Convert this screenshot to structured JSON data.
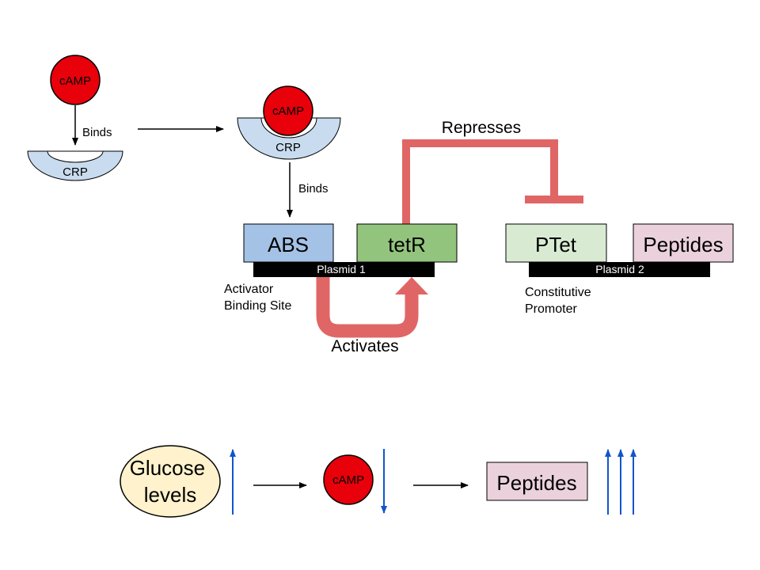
{
  "colors": {
    "camp_fill": "#e8000b",
    "crp_fill": "#c9dcef",
    "abs_fill": "#a4c2e6",
    "tetr_fill": "#93c47d",
    "ptet_fill": "#d9ead3",
    "peptides_fill": "#ead1dc",
    "plasmid_bar": "#000000",
    "regulation_arrow": "#e06666",
    "trend_arrow": "#1155cc",
    "glucose_fill": "#fff2cc"
  },
  "top": {
    "camp_free_label": "cAMP",
    "crp_free_label": "CRP",
    "binds_label_1": "Binds",
    "camp_bound_label": "cAMP",
    "crp_bound_label": "CRP",
    "binds_label_2": "Binds"
  },
  "plasmid1": {
    "abs_label": "ABS",
    "tetr_label": "tetR",
    "bar_label": "Plasmid 1",
    "abs_caption_line1": "Activator",
    "abs_caption_line2": "Binding Site"
  },
  "plasmid2": {
    "ptet_label": "PTet",
    "peptides_label": "Peptides",
    "bar_label": "Plasmid 2",
    "ptet_caption_line1": "Constitutive",
    "ptet_caption_line2": "Promoter"
  },
  "regulation": {
    "represses_label": "Represses",
    "activates_label": "Activates"
  },
  "summary": {
    "glucose_line1": "Glucose",
    "glucose_line2": "levels",
    "camp_label": "cAMP",
    "peptides_label": "Peptides",
    "glucose_trend": "up",
    "camp_trend": "down",
    "peptides_trend": "strongly up"
  }
}
